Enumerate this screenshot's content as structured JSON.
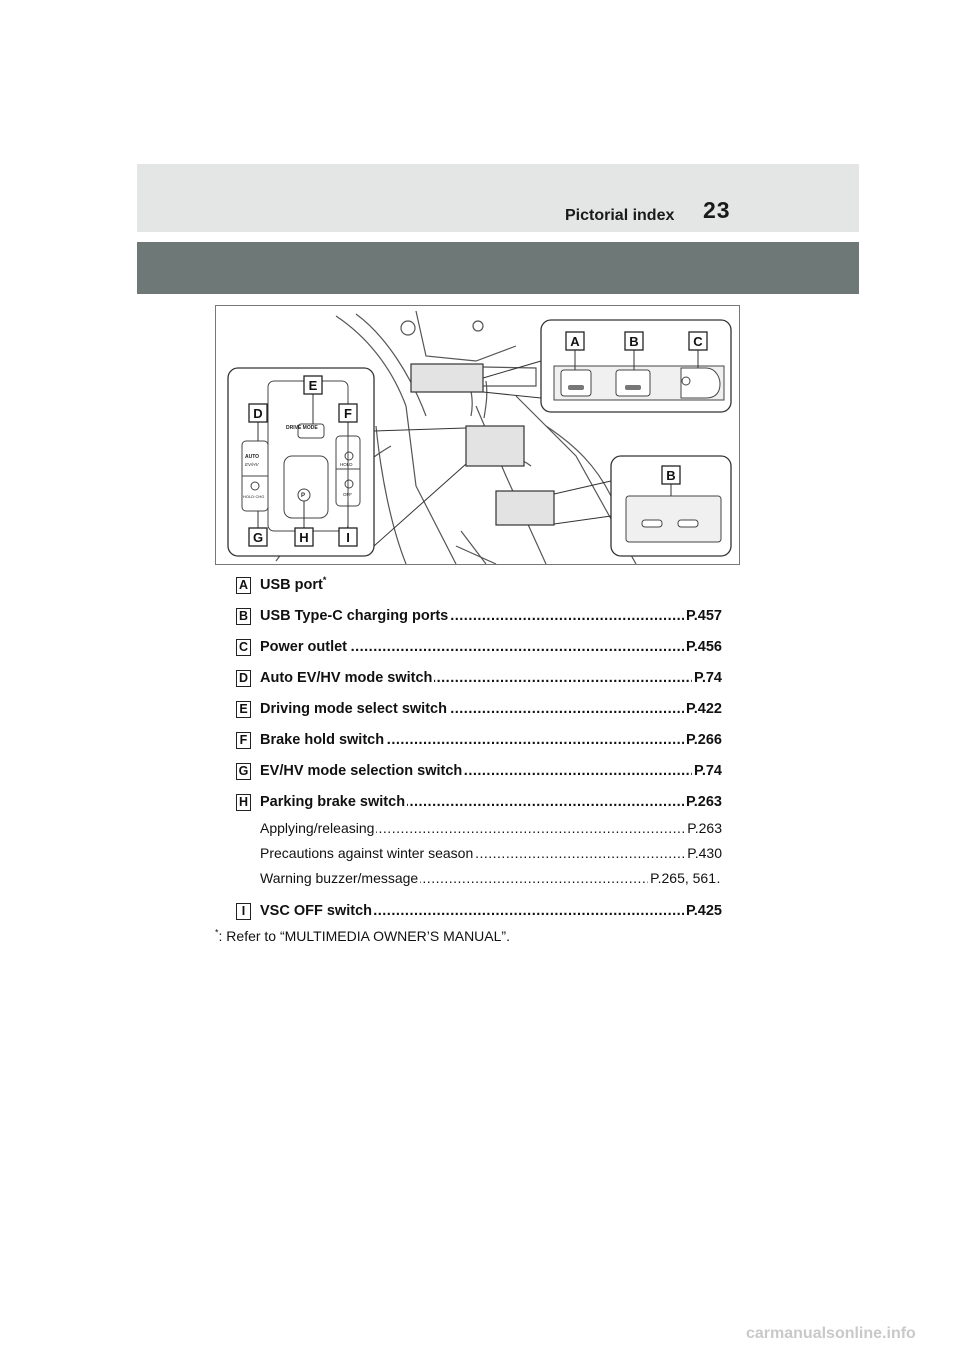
{
  "header": {
    "section_title": "Pictorial index",
    "page_number": "23"
  },
  "figure": {
    "callouts": {
      "A": "A",
      "B": "B",
      "C": "C",
      "D": "D",
      "E": "E",
      "F": "F",
      "G": "G",
      "H": "H",
      "I": "I",
      "B2": "B"
    },
    "panel_text": {
      "drive_mode": "DRIVE MODE",
      "auto": "AUTO",
      "ev_hv": "EV/HV",
      "hold": "HOLD",
      "hold_chg": "HOLD·CHG",
      "off": "OFF",
      "p": "P"
    }
  },
  "entries": [
    {
      "badge": "A",
      "label": "USB port",
      "sup": "*",
      "page": ""
    },
    {
      "badge": "B",
      "label": "USB Type-C charging ports",
      "page": "P.457"
    },
    {
      "badge": "C",
      "label": "Power outlet",
      "page": "P.456"
    },
    {
      "badge": "D",
      "label": "Auto EV/HV mode switch",
      "page": "P.74"
    },
    {
      "badge": "E",
      "label": "Driving mode select switch",
      "page": "P.422"
    },
    {
      "badge": "F",
      "label": "Brake hold switch",
      "page": "P.266"
    },
    {
      "badge": "G",
      "label": "EV/HV mode selection switch",
      "page": "P.74"
    },
    {
      "badge": "H",
      "label": "Parking brake switch",
      "page": "P.263"
    },
    {
      "badge": "I",
      "label": "VSC OFF switch",
      "page": "P.425"
    }
  ],
  "sub_entries": [
    {
      "label": "Applying/releasing",
      "page": "P.263"
    },
    {
      "label": "Precautions against winter season",
      "page": "P.430"
    },
    {
      "label": "Warning buzzer/message",
      "page": "P.265, 561"
    }
  ],
  "footnote": {
    "mark": "*",
    "text": ": Refer to “MULTIMEDIA OWNER’S MANUAL”."
  },
  "dot_leader": "...................................................................................................................",
  "watermark": "carmanualsonline.info"
}
